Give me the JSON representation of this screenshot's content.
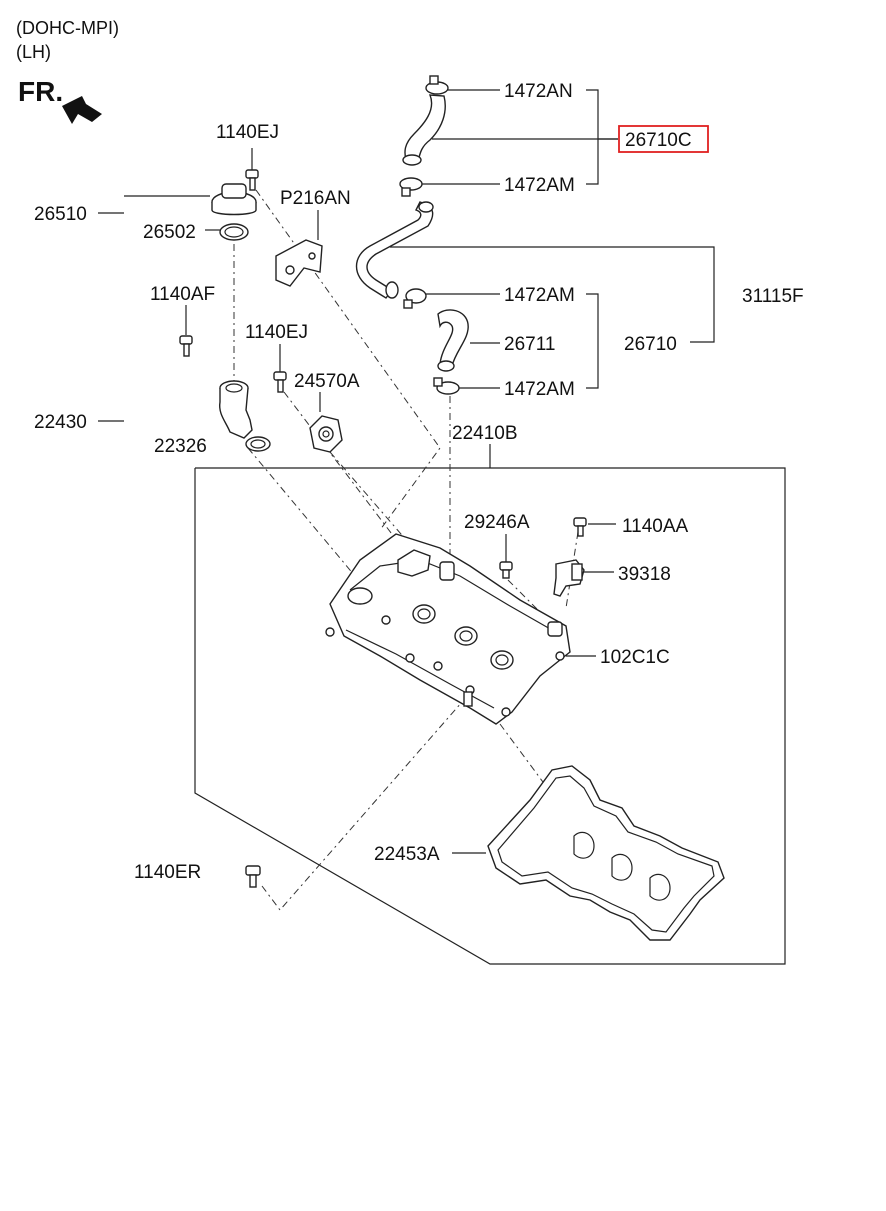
{
  "header": {
    "engine": "(DOHC-MPI)",
    "side": "(LH)",
    "front_marker": "FR."
  },
  "parts": {
    "p1472AN": "1472AN",
    "p26710C": "26710C",
    "p1472AM_1": "1472AM",
    "p1140EJ_1": "1140EJ",
    "pP216AN": "P216AN",
    "p26510": "26510",
    "p26502": "26502",
    "p1472AM_2": "1472AM",
    "p31115F": "31115F",
    "p1140AF": "1140AF",
    "p26711": "26711",
    "p26710": "26710",
    "p1140EJ_2": "1140EJ",
    "p24570A": "24570A",
    "p1472AM_3": "1472AM",
    "p22430": "22430",
    "p22326": "22326",
    "p22410B": "22410B",
    "p29246A": "29246A",
    "p1140AA": "1140AA",
    "p39318": "39318",
    "p102C1C": "102C1C",
    "p22453A": "22453A",
    "p1140ER": "1140ER"
  },
  "highlight_color": "#e02020",
  "highlighted_part": "26710C"
}
